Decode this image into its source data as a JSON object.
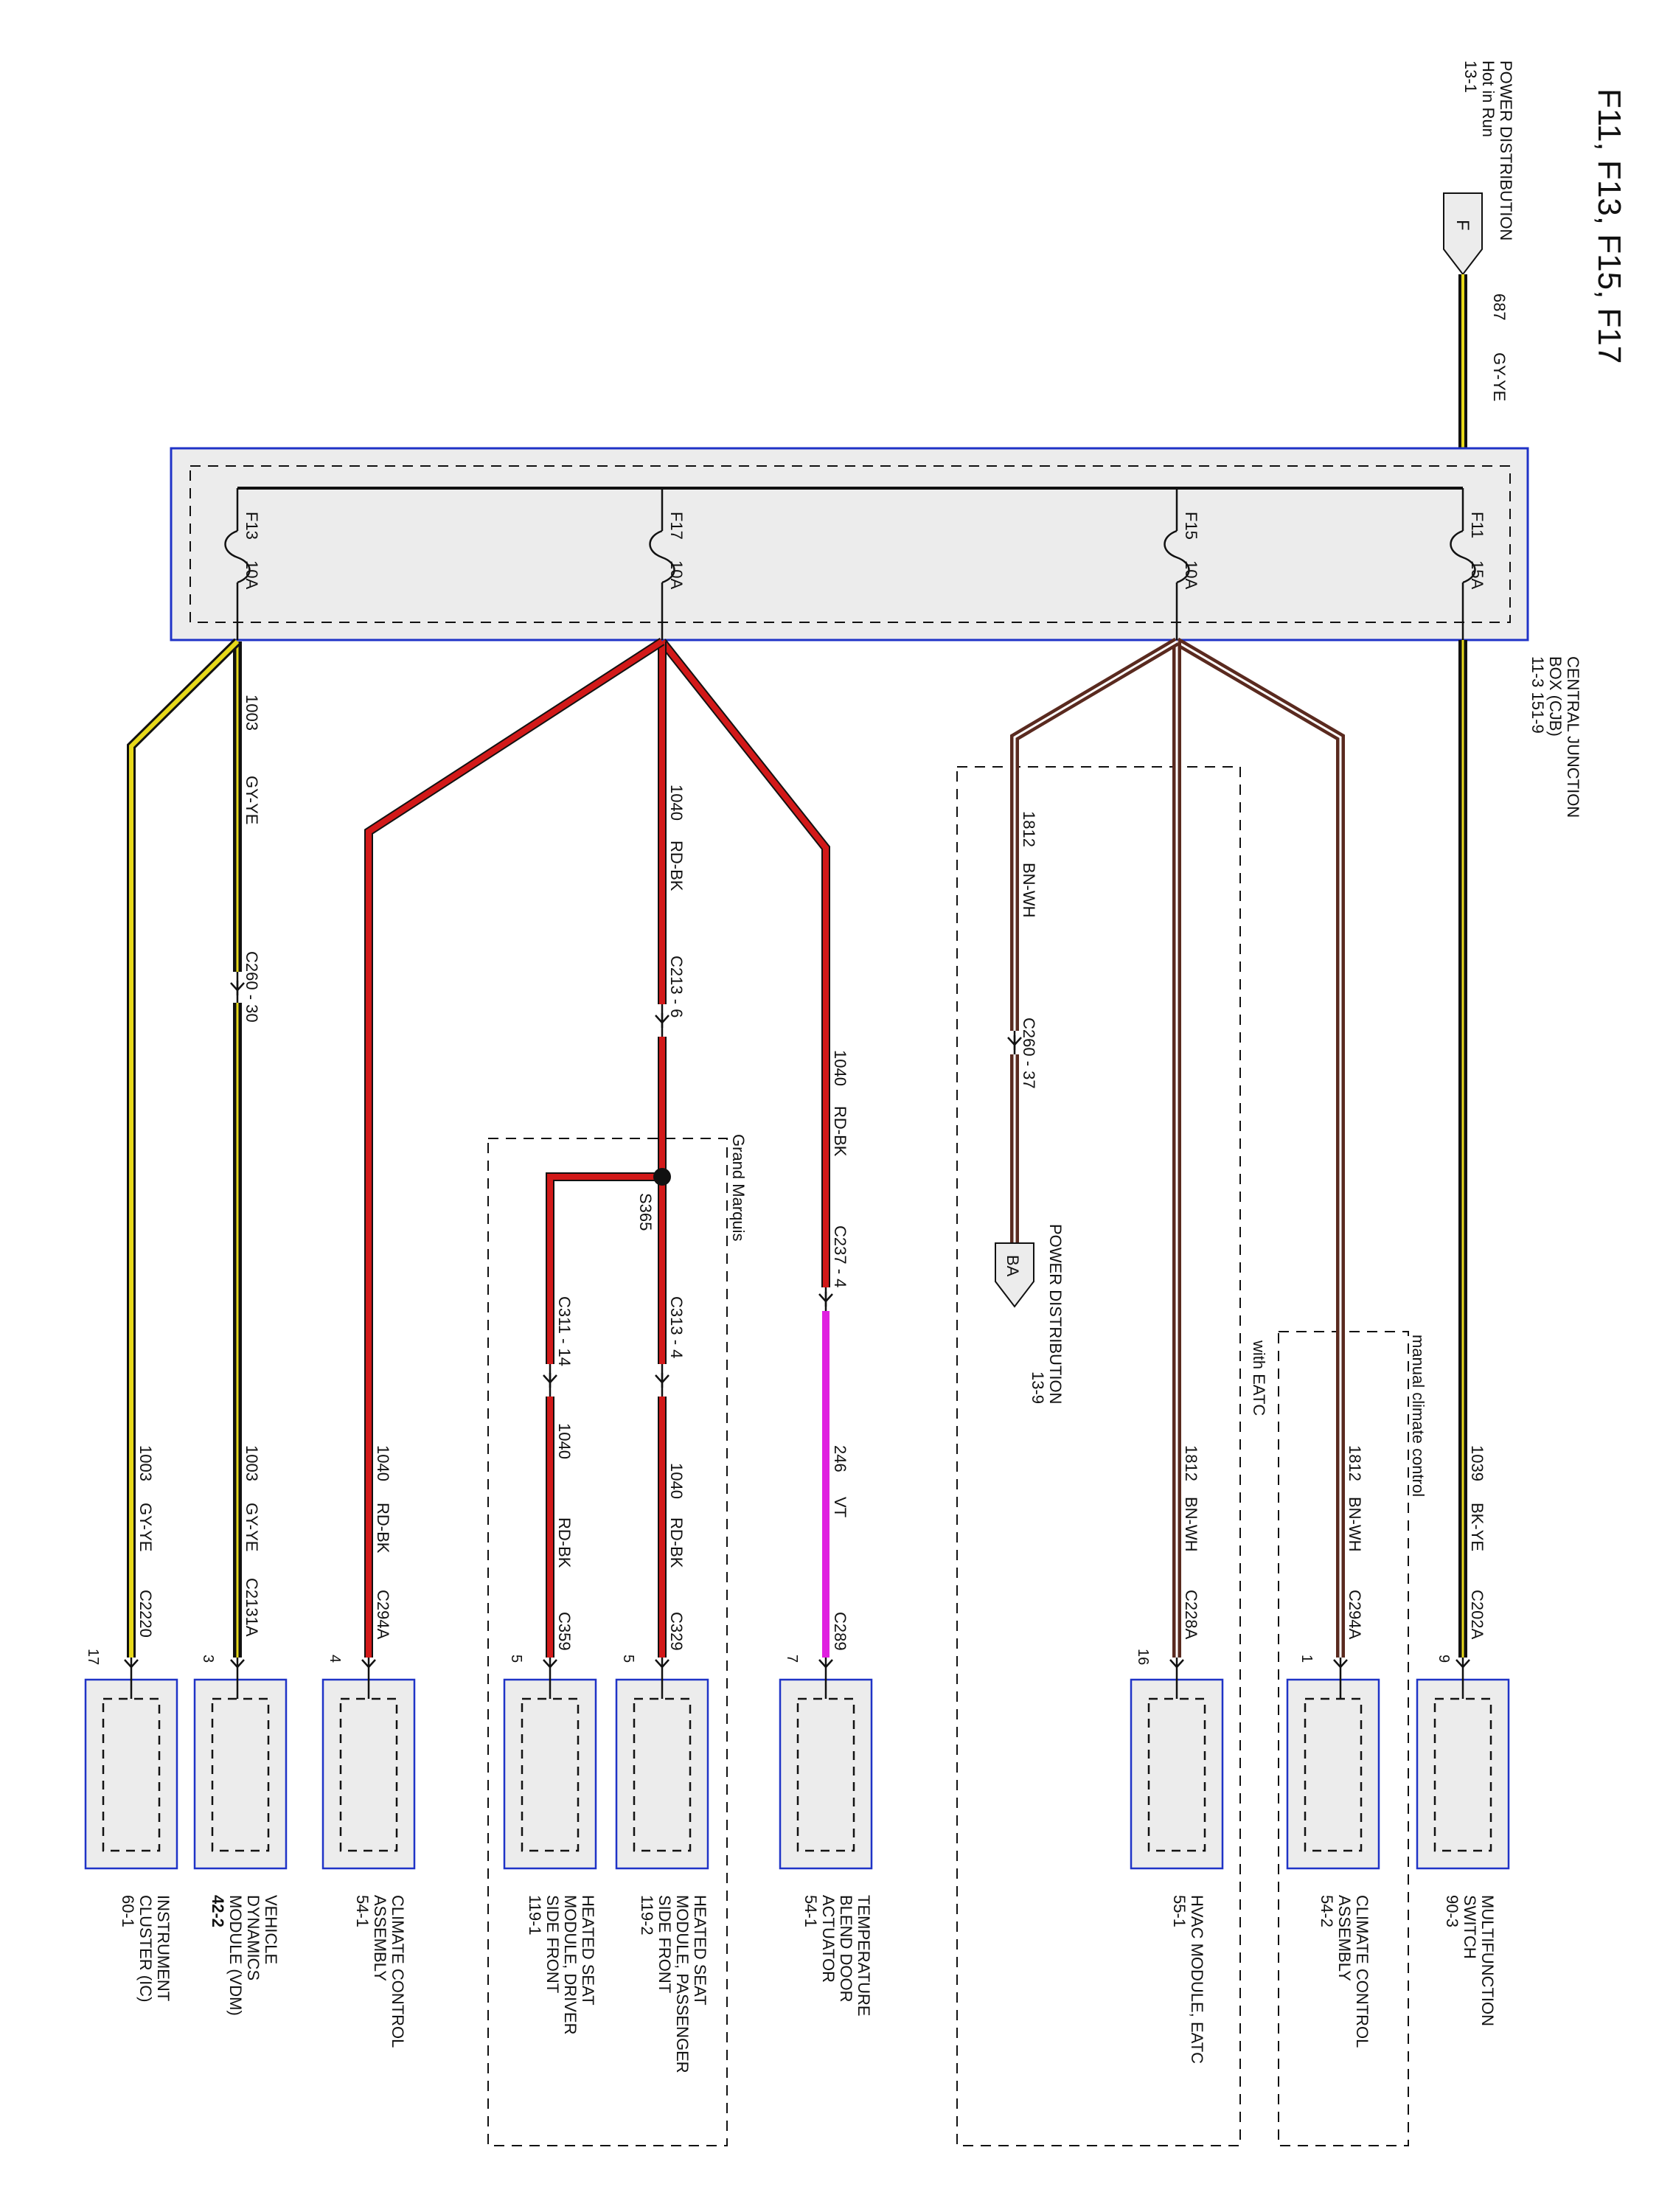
{
  "title": "F11, F13, F15, F17",
  "colors": {
    "gy_ye": "#e6d81a",
    "rd_bk": "#d21919",
    "bn_wh": "#5a2a1f",
    "vt": "#e020e0",
    "bk_ye": "#111111",
    "module_border": "#1f33c7",
    "fill": "#ececec"
  },
  "source": {
    "label_line1": "POWER DISTRIBUTION",
    "label_line2": "Hot in Run",
    "label_line3": "13-1",
    "pin": "F",
    "circuit": "687",
    "wire_color": "GY-YE"
  },
  "cjb": {
    "label_line1": "CENTRAL JUNCTION",
    "label_line2": "BOX (CJB)",
    "label_line3": "11-3   151-9",
    "fuses": [
      {
        "name": "F11",
        "rating": "15A"
      },
      {
        "name": "F15",
        "rating": "10A"
      },
      {
        "name": "F17",
        "rating": "10A"
      },
      {
        "name": "F13",
        "rating": "10A"
      }
    ]
  },
  "wires": {
    "w1039": {
      "circuit": "1039",
      "color": "BK-YE"
    },
    "w1812_manual": {
      "circuit": "1812",
      "color": "BN-WH"
    },
    "w1812_eatc": {
      "circuit": "1812",
      "color": "BN-WH"
    },
    "w1812_pd": {
      "circuit": "1812",
      "color": "BN-WH"
    },
    "w1040_tbda": {
      "circuit": "1040",
      "color": "RD-BK"
    },
    "w246": {
      "circuit": "246",
      "color": "VT"
    },
    "w1040_main": {
      "circuit": "1040",
      "color": "RD-BK"
    },
    "w1040_pass": {
      "circuit": "1040",
      "color": "RD-BK"
    },
    "w1040_drv": {
      "circuit": "1040",
      "color": "RD-BK"
    },
    "w1040_cca": {
      "circuit": "1040",
      "color": "RD-BK"
    },
    "w1003_top": {
      "circuit": "1003",
      "color": "GY-YE"
    },
    "w1003_vdm": {
      "circuit": "1003",
      "color": "GY-YE"
    },
    "w1003_ic": {
      "circuit": "1003",
      "color": "GY-YE"
    }
  },
  "inline_connectors": {
    "c260_37": "C260 - 37",
    "c237_4": "C237 - 4",
    "c213_6": "C213 - 6",
    "c313_4": "C313 - 4",
    "c311_14": "C311 - 14",
    "c260_30": "C260 - 30",
    "s365": "S365"
  },
  "power_dist_ba": {
    "pin": "BA",
    "label_line1": "POWER DISTRIBUTION",
    "label_line2": "13-9"
  },
  "groups": {
    "manual": "manual climate control",
    "eatc": "with EATC",
    "grand_marquis": "Grand Marquis"
  },
  "modules": [
    {
      "connector": "C202A",
      "pin": "9",
      "name_line1": "MULTIFUNCTION",
      "name_line2": "SWITCH",
      "name_line3": "90-3"
    },
    {
      "connector": "C294A",
      "pin": "1",
      "name_line1": "CLIMATE CONTROL",
      "name_line2": "ASSEMBLY",
      "name_line3": "54-2"
    },
    {
      "connector": "C228A",
      "pin": "16",
      "name_line1": "HVAC MODULE, EATC",
      "name_line2": "55-1",
      "name_line3": ""
    },
    {
      "connector": "C289",
      "pin": "7",
      "name_line1": "TEMPERATURE",
      "name_line2": "BLEND DOOR",
      "name_line3": "ACTUATOR",
      "name_line4": "54-1"
    },
    {
      "connector": "C329",
      "pin": "5",
      "name_line1": "HEATED SEAT",
      "name_line2": "MODULE, PASSENGER",
      "name_line3": "SIDE FRONT",
      "name_line4": "119-2"
    },
    {
      "connector": "C359",
      "pin": "5",
      "name_line1": "HEATED SEAT",
      "name_line2": "MODULE, DRIVER",
      "name_line3": "SIDE FRONT",
      "name_line4": "119-1"
    },
    {
      "connector": "C294A",
      "pin": "4",
      "name_line1": "CLIMATE CONTROL",
      "name_line2": "ASSEMBLY",
      "name_line3": "54-1"
    },
    {
      "connector": "C2131A",
      "pin": "3",
      "name_line1": "VEHICLE",
      "name_line2": "DYNAMICS",
      "name_line3": "MODULE (VDM)",
      "name_line4": "42-2"
    },
    {
      "connector": "C2220",
      "pin": "17",
      "name_line1": "INSTRUMENT",
      "name_line2": "CLUSTER (IC)",
      "name_line3": "60-1"
    }
  ]
}
